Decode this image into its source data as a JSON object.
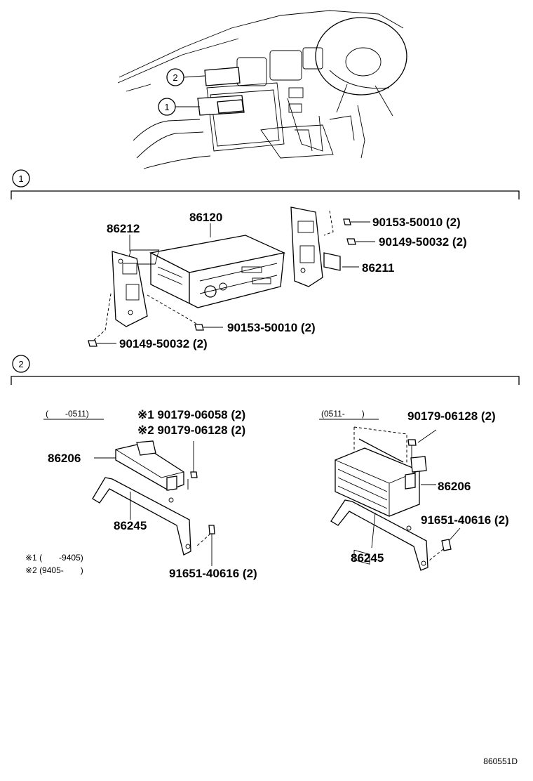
{
  "overview": {
    "callout_1": "1",
    "callout_2": "2"
  },
  "section1": {
    "marker": "1",
    "parts": {
      "p86212": "86212",
      "p86120": "86120",
      "p86211": "86211",
      "screw_top": "90153-50010 (2)",
      "bolt_right": "90149-50032 (2)",
      "screw_mid": "90153-50010 (2)",
      "bolt_bottom": "90149-50032 (2)"
    }
  },
  "section2": {
    "marker": "2",
    "left": {
      "range": "(　　-0511)",
      "bolt_note1": "※1 90179-06058 (2)",
      "bolt_note2": "※2 90179-06128 (2)",
      "p86206": "86206",
      "p86245": "86245",
      "bolt_bottom": "91651-40616 (2)",
      "footnote1": "※1 (　　-9405)",
      "footnote2": "※2 (9405-　　)"
    },
    "right": {
      "range": "(0511-　　)",
      "bolt_top": "90179-06128 (2)",
      "p86206": "86206",
      "bolt_side": "91651-40616 (2)",
      "p86245": "86245"
    }
  },
  "figure_code": "860551D"
}
